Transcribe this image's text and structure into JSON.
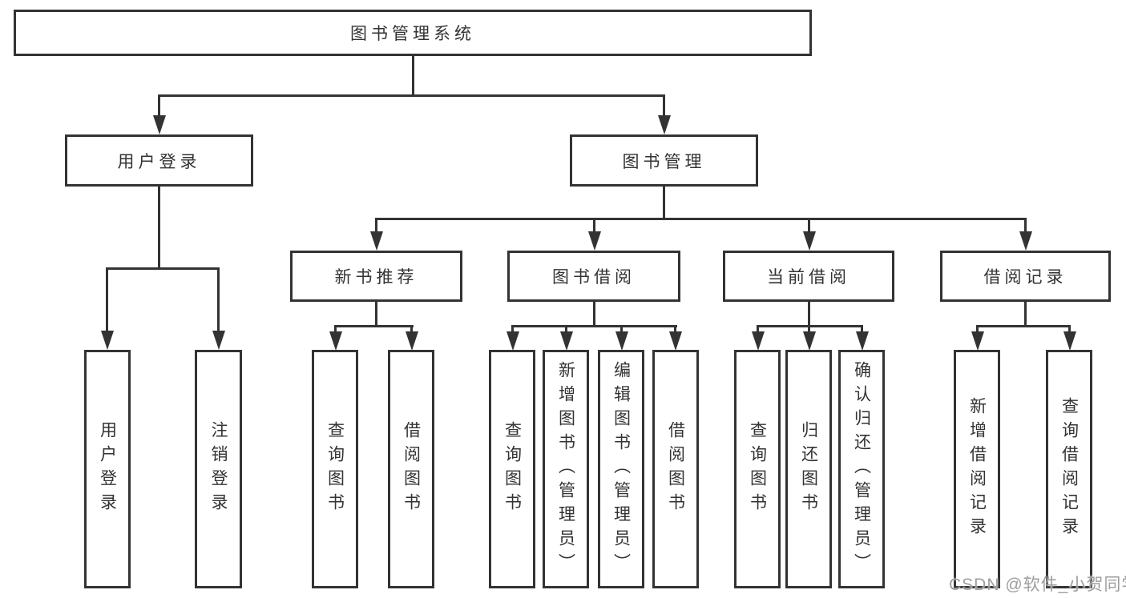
{
  "diagram": {
    "type": "tree",
    "root": {
      "label": "图书管理系统"
    },
    "level2": [
      {
        "label": "用户登录"
      },
      {
        "label": "图书管理"
      }
    ],
    "level3": [
      {
        "label": "新书推荐",
        "parent": "图书管理"
      },
      {
        "label": "图书借阅",
        "parent": "图书管理"
      },
      {
        "label": "当前借阅",
        "parent": "图书管理"
      },
      {
        "label": "借阅记录",
        "parent": "图书管理"
      }
    ],
    "leaves": [
      {
        "label": "用户登录",
        "parent": "用户登录"
      },
      {
        "label": "注销登录",
        "parent": "用户登录"
      },
      {
        "label": "查询图书",
        "parent": "新书推荐"
      },
      {
        "label": "借阅图书",
        "parent": "新书推荐"
      },
      {
        "label": "查询图书",
        "parent": "图书借阅"
      },
      {
        "label": "新增图书（管理员）",
        "parent": "图书借阅"
      },
      {
        "label": "编辑图书（管理员）",
        "parent": "图书借阅"
      },
      {
        "label": "借阅图书",
        "parent": "图书借阅"
      },
      {
        "label": "查询图书",
        "parent": "当前借阅"
      },
      {
        "label": "归还图书",
        "parent": "当前借阅"
      },
      {
        "label": "确认归还（管理员）",
        "parent": "当前借阅"
      },
      {
        "label": "新增借阅记录",
        "parent": "借阅记录"
      },
      {
        "label": "查询借阅记录",
        "parent": "借阅记录"
      }
    ],
    "colors": {
      "line": "#333333",
      "box_border": "#333333",
      "box_fill": "#ffffff",
      "text": "#333333",
      "watermark": "#9e9e9e",
      "background": "#ffffff"
    }
  },
  "watermark": {
    "text": "CSDN @软件_小贺同学"
  }
}
